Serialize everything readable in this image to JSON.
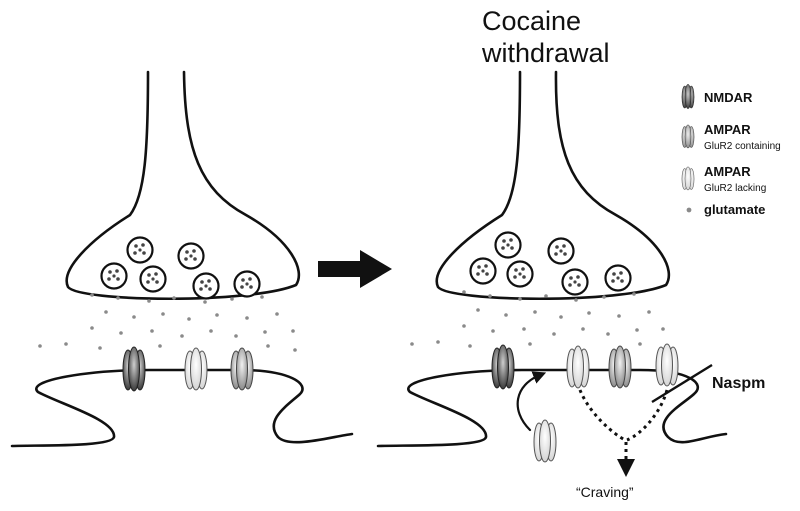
{
  "title": [
    "Cocaine",
    "withdrawal"
  ],
  "legend": [
    {
      "label": "NMDAR",
      "sub": "",
      "icon": "nmdar-icon"
    },
    {
      "label": "AMPAR",
      "sub": "GluR2 containing",
      "icon": "ampar-glur2-containing-icon"
    },
    {
      "label": "AMPAR",
      "sub": "GluR2 lacking",
      "icon": "ampar-glur2-lacking-icon"
    },
    {
      "label": "glutamate",
      "sub": "",
      "icon": "glutamate-dot-icon"
    }
  ],
  "blocker_label": "Naspm",
  "outcome_label": "“Craving”",
  "colors": {
    "nmdar": "#555555",
    "ampar_containing": "#9a9a9a",
    "ampar_lacking": "#e6e6e6",
    "glutamate": "#8a8a8a",
    "line": "#111111"
  }
}
